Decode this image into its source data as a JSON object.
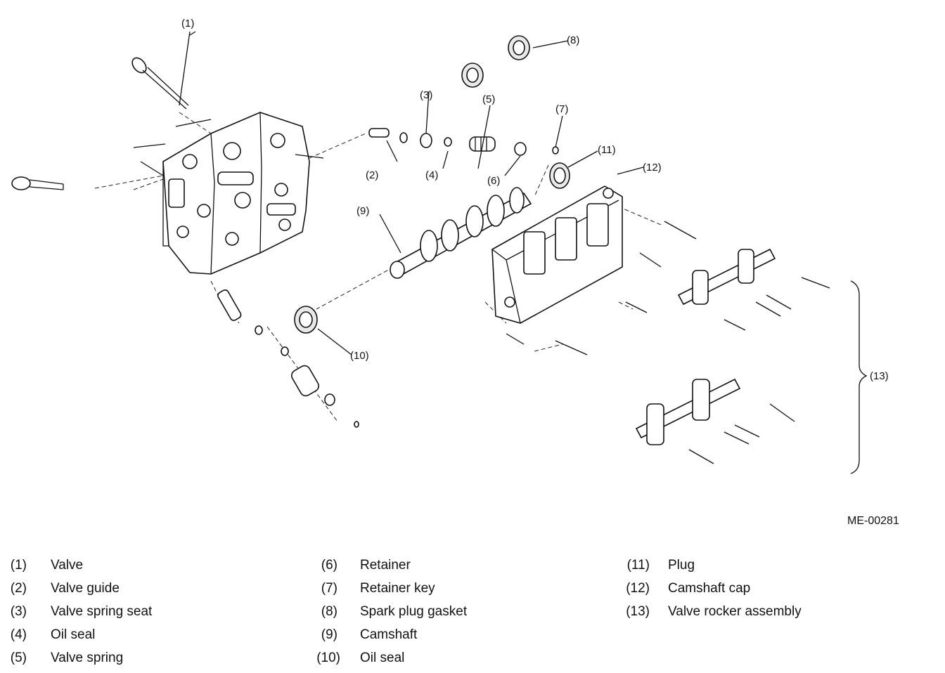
{
  "diagram": {
    "code": "ME-00281",
    "callouts": {
      "c1": "(1)",
      "c2": "(2)",
      "c3": "(3)",
      "c4": "(4)",
      "c5": "(5)",
      "c6": "(6)",
      "c7": "(7)",
      "c8": "(8)",
      "c9": "(9)",
      "c10": "(10)",
      "c11": "(11)",
      "c12": "(12)",
      "c13": "(13)"
    }
  },
  "legend": [
    {
      "num": "(1)",
      "label": "Valve"
    },
    {
      "num": "(2)",
      "label": "Valve guide"
    },
    {
      "num": "(3)",
      "label": "Valve spring seat"
    },
    {
      "num": "(4)",
      "label": "Oil seal"
    },
    {
      "num": "(5)",
      "label": "Valve spring"
    },
    {
      "num": "(6)",
      "label": "Retainer"
    },
    {
      "num": "(7)",
      "label": "Retainer key"
    },
    {
      "num": "(8)",
      "label": "Spark plug gasket"
    },
    {
      "num": "(9)",
      "label": "Camshaft"
    },
    {
      "num": "(10)",
      "label": "Oil seal"
    },
    {
      "num": "(11)",
      "label": "Plug"
    },
    {
      "num": "(12)",
      "label": "Camshaft cap"
    },
    {
      "num": "(13)",
      "label": "Valve rocker assembly"
    }
  ]
}
